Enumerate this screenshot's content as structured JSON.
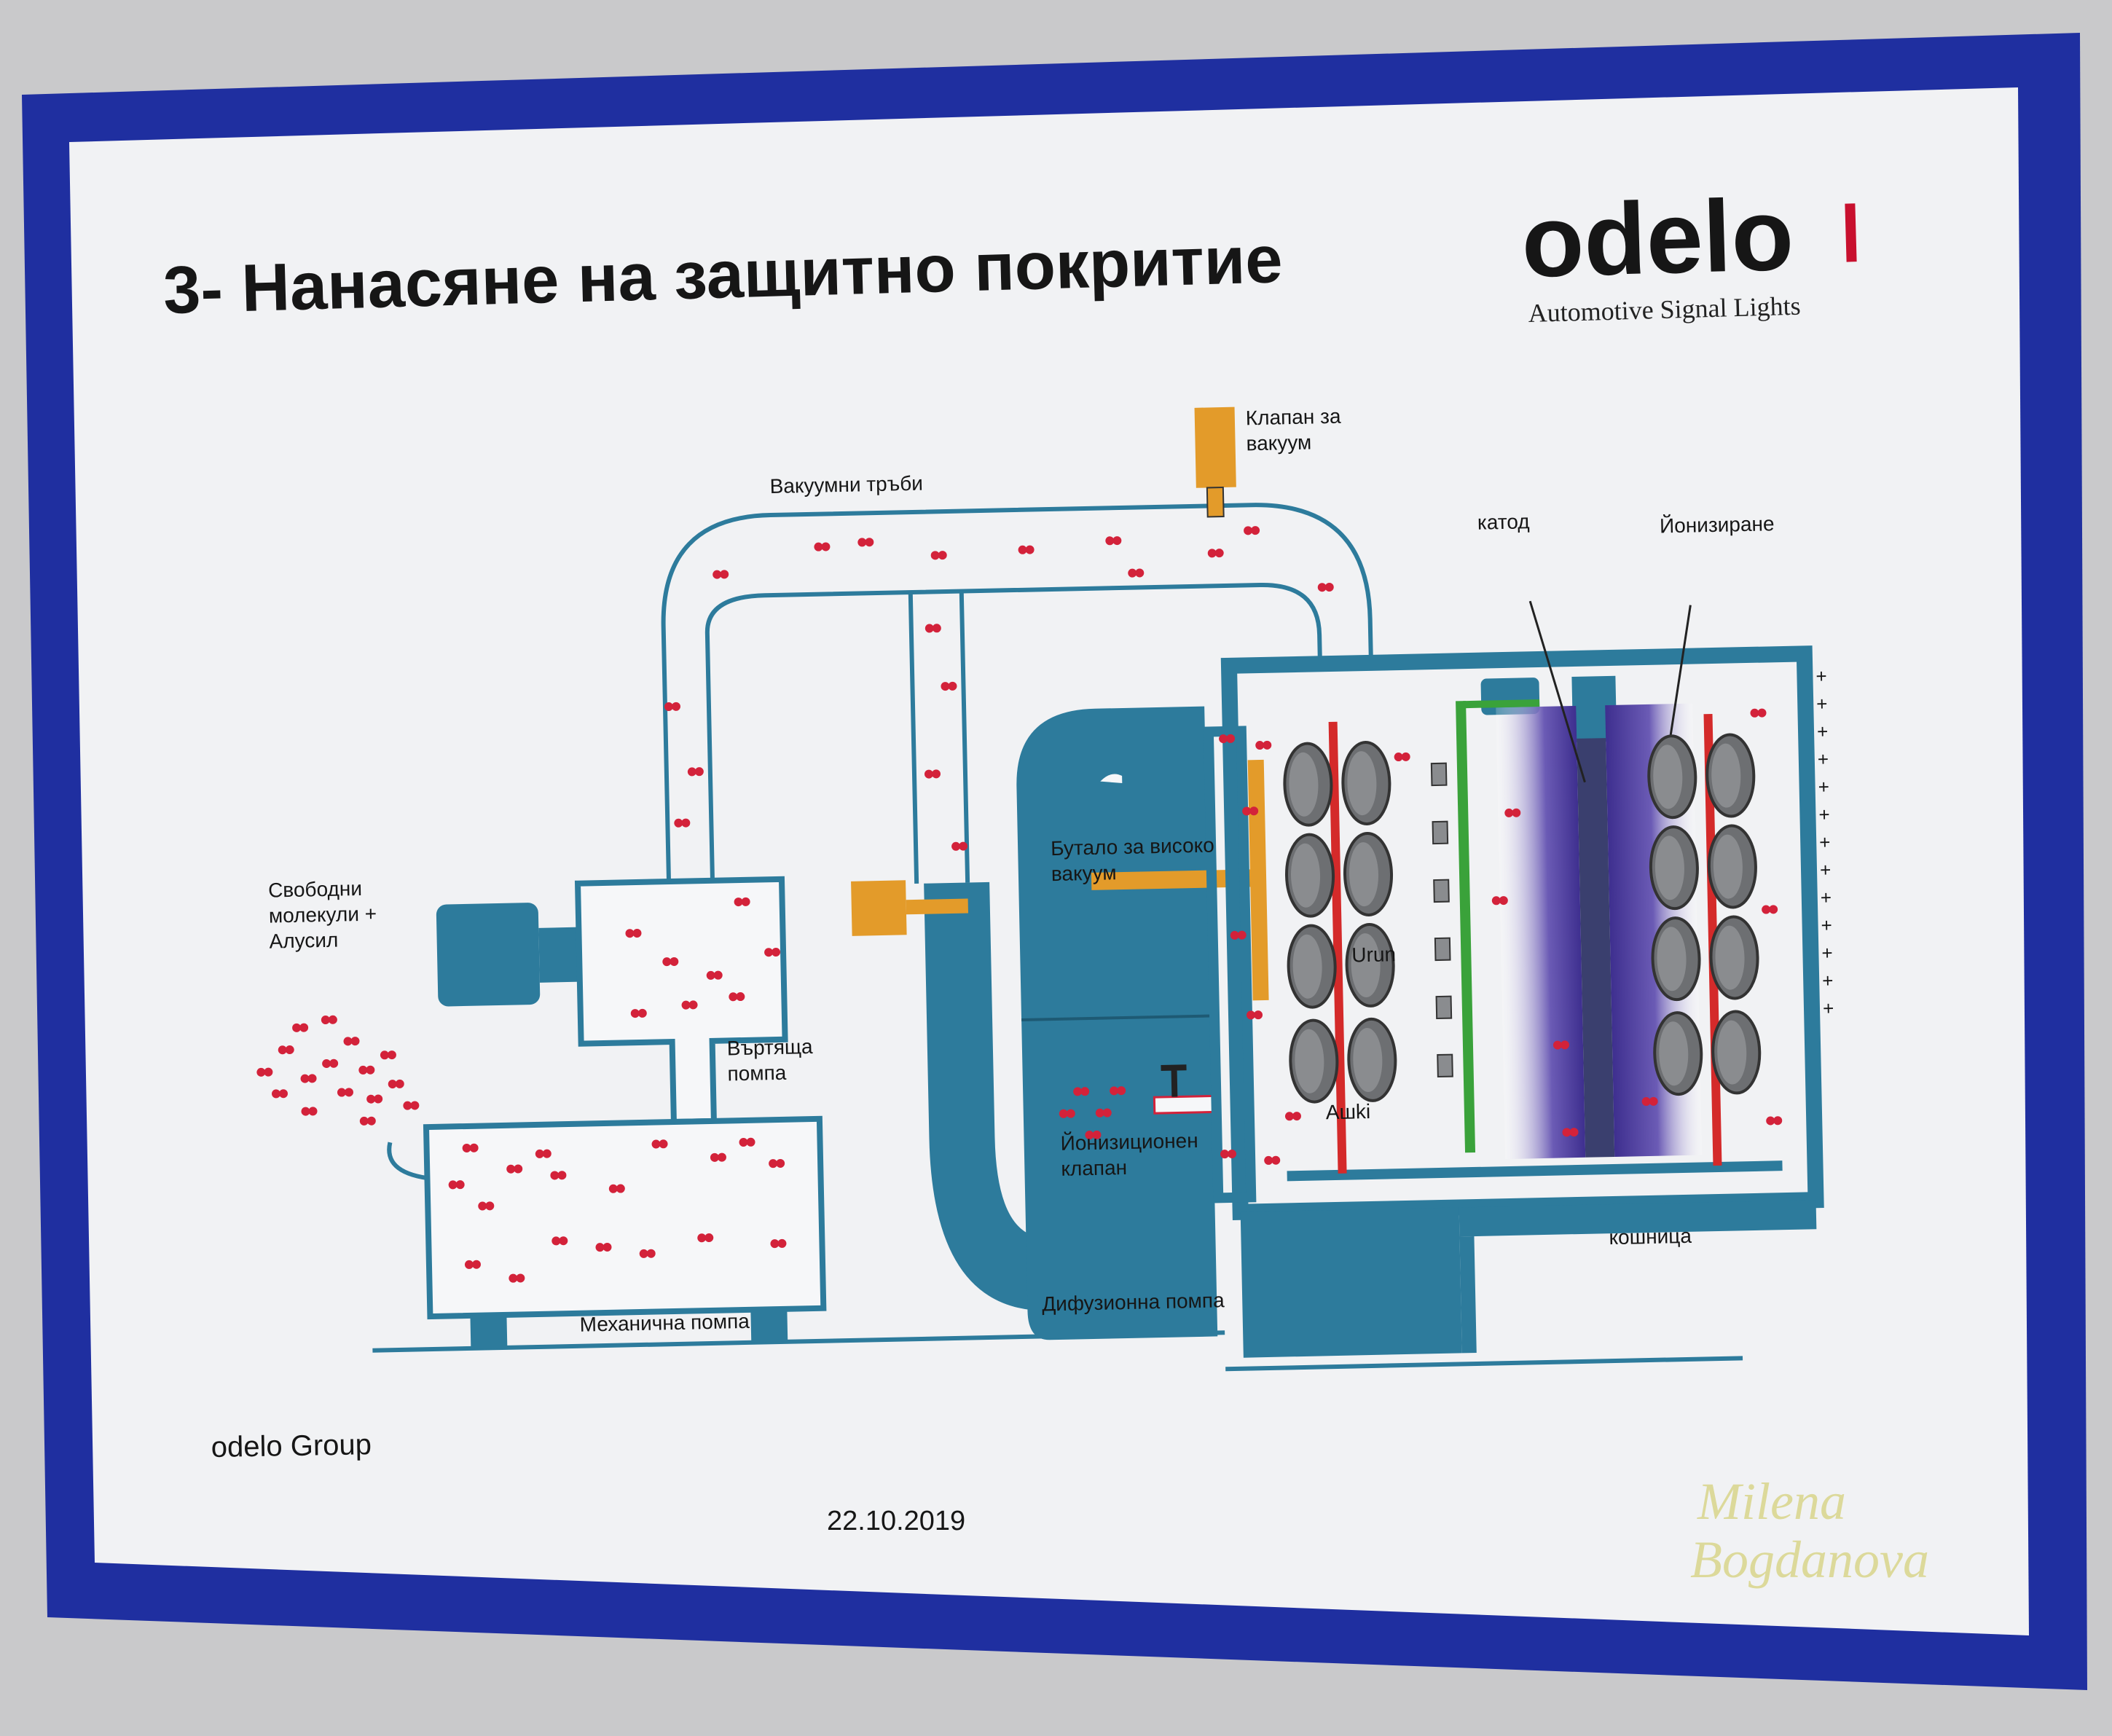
{
  "poster": {
    "title": "3- Нанасяне на защитно покритие",
    "logo_word": "odelo",
    "logo_tagline": "Automotive Signal Lights",
    "footer_company": "odelo Group",
    "footer_date": "22.10.2019"
  },
  "labels": {
    "vacuum_valve_line1": "Клапан за",
    "vacuum_valve_line2": "вакуум",
    "vacuum_pipes": "Вакуумни тръби",
    "cathode": "катод",
    "ionization": "Йонизиране",
    "free_molecules_line1": "Свободни",
    "free_molecules_line2": "молекули +",
    "free_molecules_line3": "Алусил",
    "rotary_pump_line1": "Въртяща",
    "rotary_pump_line2": "помпа",
    "mechanical_pump": "Механична помпа",
    "piston_line1": "Бутало за високо",
    "piston_line2": "вакуум",
    "ion_valve_line1": "Йонизиционен",
    "ion_valve_line2": "клапан",
    "diffusion_pump": "Дифузионна помпа",
    "part_top": "Urun",
    "part_bottom": "Ашkі",
    "basket": "кошница",
    "plus_sign": "+"
  },
  "watermark": {
    "line1": "Milena",
    "line2": "Bogdanova"
  },
  "colors": {
    "wall": "#c9c9cb",
    "frame_blue": "#1f2fa0",
    "paper": "#f1f2f4",
    "machine_teal": "#2d7b9c",
    "valve_orange": "#e39b2a",
    "molecule_red": "#d3223a",
    "rail_red": "#d42a2a",
    "rail_green": "#3aa23a",
    "ion_purple": "#5b49a8",
    "logo_accent": "#c8102e",
    "watermark": "#dcd99a"
  }
}
